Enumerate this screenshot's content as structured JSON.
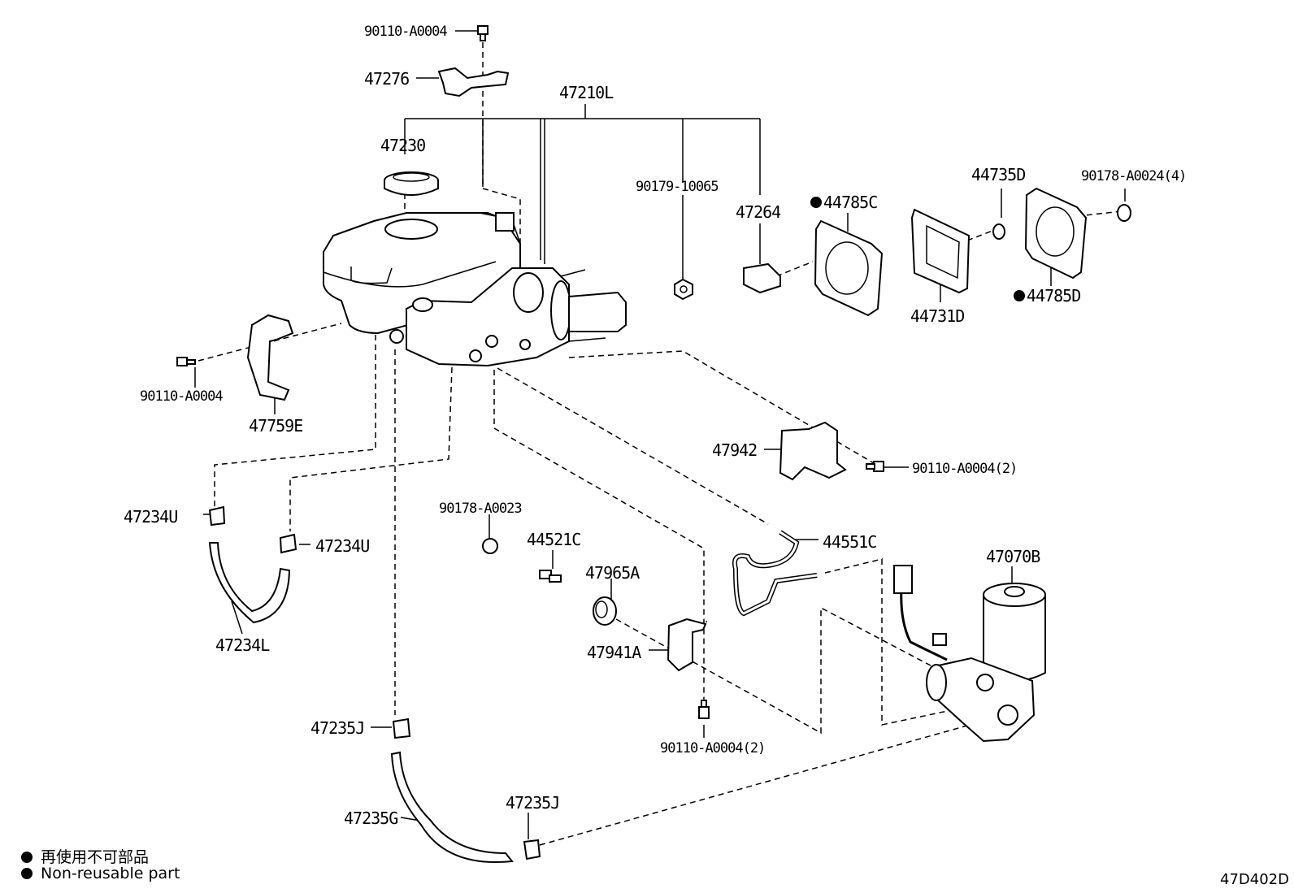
{
  "parts": {
    "bolt_top": "90110-A0004",
    "bracket_47276": "47276",
    "master_cyl_assy": "47210L",
    "reservoir_cap": "47230",
    "nut_10065": "90179-10065",
    "bracket_47264": "47264",
    "gasket_left": "44785C",
    "cover_44731": "44731D",
    "grommet_44735": "44735D",
    "nut_a0024": "90178-A0024(4)",
    "gasket_right": "44785D",
    "bolt_left": "90110-A0004",
    "bracket_47759": "47759E",
    "bracket_47942": "47942",
    "bolt_47942": "90110-A0004(2)",
    "clip_left_a": "47234U",
    "clip_left_b": "47234U",
    "hose_47234": "47234L",
    "nut_a0023": "90178-A0023",
    "bolt_44521": "44521C",
    "grommet_47965": "47965A",
    "tube_44551": "44551C",
    "pump_47070": "47070B",
    "bracket_47941": "47941A",
    "bolt_47941": "90110-A0004(2)",
    "clip_47235_top": "47235J",
    "hose_47235": "47235G",
    "clip_47235_bottom": "47235J"
  },
  "legend": {
    "jp": "再使用不可部品",
    "en": "Non-reusable part"
  },
  "diagram_code": "47D402D"
}
